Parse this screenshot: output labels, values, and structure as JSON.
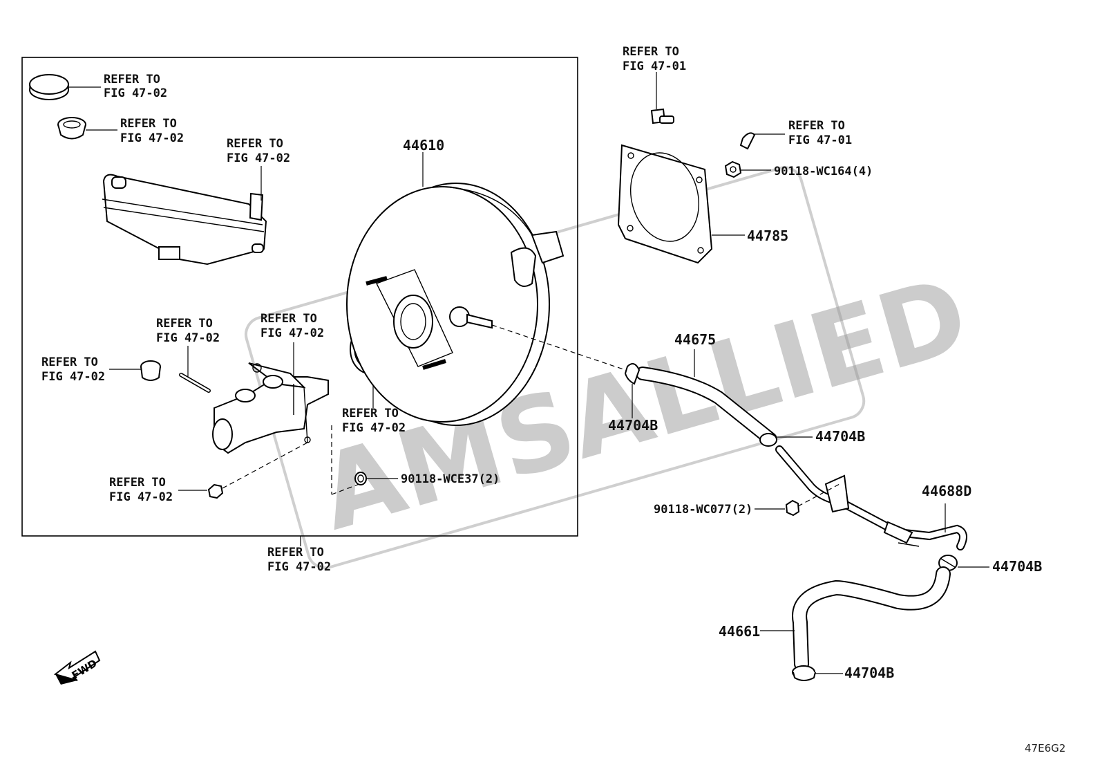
{
  "watermark": "AMSALLIED",
  "diagram_code": "47E6G2",
  "fwd_label": "FWD",
  "refer": {
    "r1": [
      "REFER TO",
      "FIG 47-02"
    ],
    "r2": [
      "REFER TO",
      "FIG 47-02"
    ],
    "r3": [
      "REFER TO",
      "FIG 47-02"
    ],
    "r4": [
      "REFER TO",
      "FIG 47-02"
    ],
    "r5": [
      "REFER TO",
      "FIG 47-02"
    ],
    "r6": [
      "REFER TO",
      "FIG 47-02"
    ],
    "r7": [
      "REFER TO",
      "FIG 47-02"
    ],
    "r8": [
      "REFER TO",
      "FIG 47-02"
    ],
    "r9": [
      "REFER TO",
      "FIG 47-02"
    ],
    "r10": [
      "REFER TO",
      "FIG 47-01"
    ],
    "r11": [
      "REFER TO",
      "FIG 47-01"
    ]
  },
  "parts": {
    "booster": "44610",
    "gasket": "44785",
    "hose_upper": "44675",
    "clamp_a": "44704B",
    "clamp_b": "44704B",
    "clamp_c": "44704B",
    "clamp_d": "44704B",
    "pipe": "44688D",
    "hose_lower": "44661",
    "nut_mc": "90118-WCE37(2)",
    "nut_booster": "90118-WC164(4)",
    "nut_pipe": "90118-WC077(2)"
  }
}
